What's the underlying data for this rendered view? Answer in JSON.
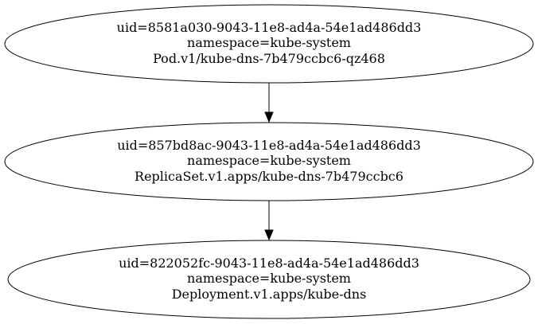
{
  "graph": {
    "nodes": [
      {
        "id": "pod",
        "lines": [
          "uid=8581a030-9043-11e8-ad4a-54e1ad486dd3",
          "namespace=kube-system",
          "Pod.v1/kube-dns-7b479ccbc6-qz468"
        ]
      },
      {
        "id": "replicaset",
        "lines": [
          "uid=857bd8ac-9043-11e8-ad4a-54e1ad486dd3",
          "namespace=kube-system",
          "ReplicaSet.v1.apps/kube-dns-7b479ccbc6"
        ]
      },
      {
        "id": "deployment",
        "lines": [
          "uid=822052fc-9043-11e8-ad4a-54e1ad486dd3",
          "namespace=kube-system",
          "Deployment.v1.apps/kube-dns"
        ]
      }
    ],
    "edges": [
      {
        "from": "pod",
        "to": "replicaset"
      },
      {
        "from": "replicaset",
        "to": "deployment"
      }
    ]
  }
}
